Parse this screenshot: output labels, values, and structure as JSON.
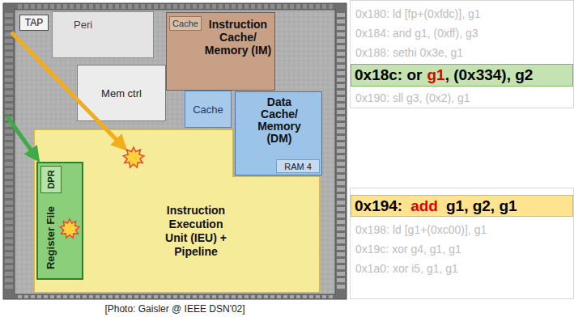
{
  "diagram": {
    "caption": "[Photo: Gaisler @ IEEE DSN'02]",
    "nodes": [
      {
        "text": [
          "TAP"
        ]
      },
      {
        "text": [
          "Peri"
        ]
      },
      {
        "text": [
          "Instruction Cache/ Memory (IM)"
        ]
      },
      {
        "text": [
          "Cache"
        ],
        "in": 2
      },
      {
        "text": [
          "Mem ctrl"
        ]
      },
      {
        "text": [
          "Cache"
        ]
      },
      {
        "text": [
          "Data Cache/ Memory (DM)"
        ]
      },
      {
        "text": [
          "RAM 4"
        ],
        "in": 6
      },
      {
        "text": [
          "Instruction Execution Unit (IEU) + Pipeline"
        ]
      },
      {
        "text": [
          "Register File"
        ],
        "in": 8
      },
      {
        "text": [
          "DPR"
        ],
        "in": 9
      },
      {
        "text": [
          "0x180: ld [fp+(0xfdc)], g1",
          "0x184: and g1, (0xff), g3",
          "0x188: sethi 0x3e, g1",
          "0x190: sll g3, (0x2), g1"
        ]
      },
      {
        "text": [
          "0x18c: or",
          "g1",
          ", (0x334), g2"
        ],
        "in": 11
      },
      {
        "text": [
          "0x198: ld [g1+(0xc00)], g1",
          "0x19c: xor g4, g1, g1",
          "0x1a0: xor i5, g1, g1"
        ]
      },
      {
        "text": [
          "0x194:",
          "add",
          "g1, g2, g1"
        ],
        "in": 13
      }
    ]
  }
}
